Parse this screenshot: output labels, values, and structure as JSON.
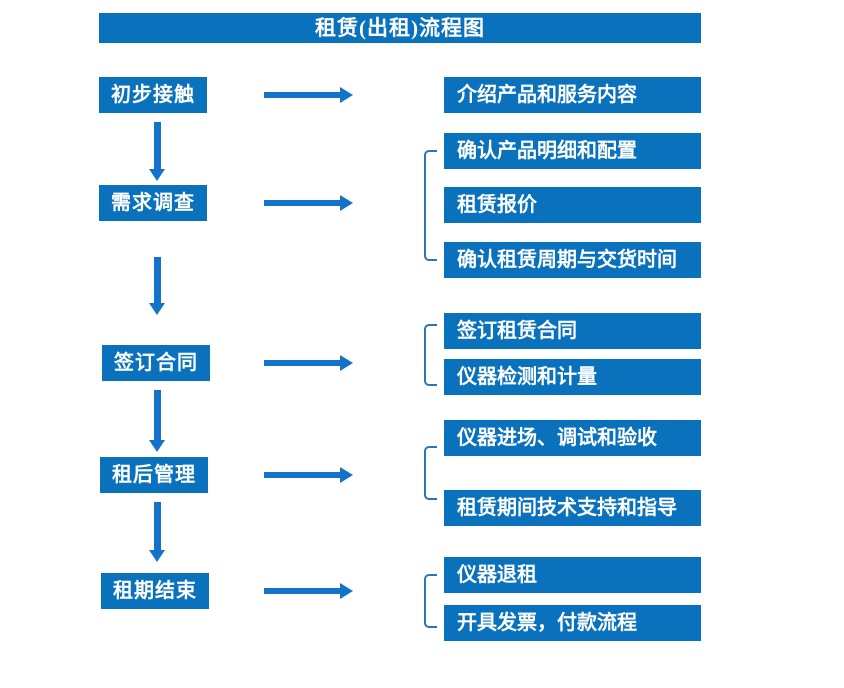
{
  "title": "租赁(出租)流程图",
  "colors": {
    "box_fill": "#0a72bd",
    "arrow": "#1373ca",
    "bracket": "#2e75b6",
    "text": "#ffffff",
    "background": "#ffffff"
  },
  "steps": [
    {
      "label": "初步接触",
      "details": [
        "介绍产品和服务内容"
      ]
    },
    {
      "label": "需求调查",
      "details": [
        "确认产品明细和配置",
        "租赁报价",
        "确认租赁周期与交货时间"
      ]
    },
    {
      "label": "签订合同",
      "details": [
        "签订租赁合同",
        "仪器检测和计量"
      ]
    },
    {
      "label": "租后管理",
      "details": [
        "仪器进场、调试和验收",
        "租赁期间技术支持和指导"
      ]
    },
    {
      "label": "租期结束",
      "details": [
        "仪器退租",
        "开具发票，付款流程"
      ]
    }
  ]
}
